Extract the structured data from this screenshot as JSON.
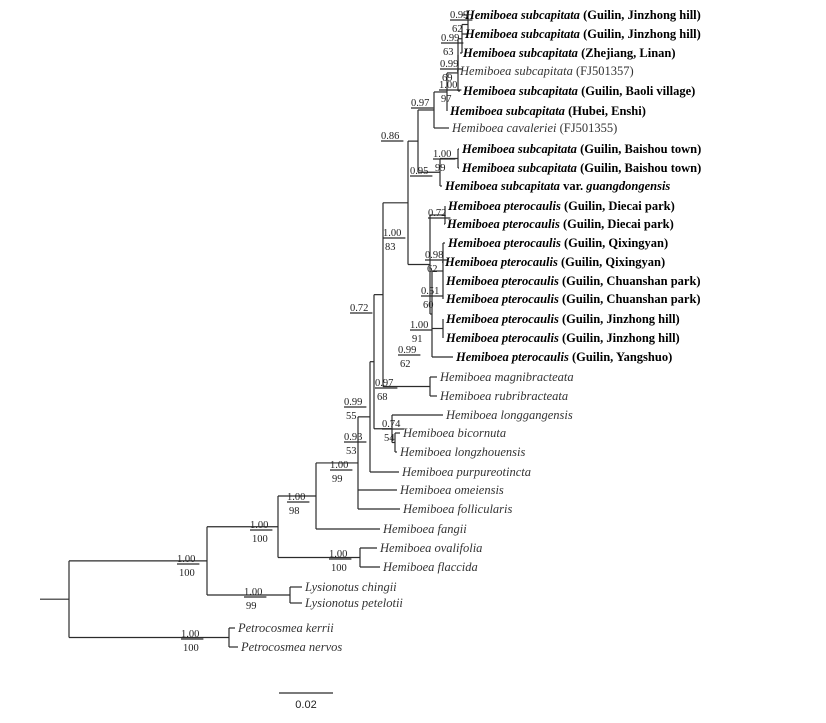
{
  "figure": {
    "scale_bar_label": "0.02",
    "tips": [
      {
        "id": "t1",
        "genus": "Hemiboea",
        "species": "subcapitata",
        "suffix": " (Guilin, Jinzhong hill)",
        "bold": true
      },
      {
        "id": "t2",
        "genus": "Hemiboea",
        "species": "subcapitata",
        "suffix": " (Guilin, Jinzhong hill)",
        "bold": true
      },
      {
        "id": "t3",
        "genus": "Hemiboea",
        "species": "subcapitata",
        "suffix": " (Zhejiang, Linan)",
        "bold": true
      },
      {
        "id": "t4",
        "genus": "Hemiboea",
        "species": "subcapitata",
        "suffix": " (FJ501357)",
        "bold": false
      },
      {
        "id": "t5",
        "genus": "Hemiboea",
        "species": "subcapitata",
        "suffix": " (Guilin, Baoli village)",
        "bold": true
      },
      {
        "id": "t6",
        "genus": "Hemiboea",
        "species": "subcapitata",
        "suffix": " (Hubei, Enshi)",
        "bold": true
      },
      {
        "id": "t7",
        "genus": "Hemiboea",
        "species": "cavaleriei",
        "suffix": " (FJ501355)",
        "bold": false
      },
      {
        "id": "t8",
        "genus": "Hemiboea",
        "species": "subcapitata",
        "suffix": " (Guilin, Baishou town)",
        "bold": true
      },
      {
        "id": "t9",
        "genus": "Hemiboea",
        "species": "subcapitata",
        "suffix": " (Guilin, Baishou town)",
        "bold": true
      },
      {
        "id": "t10",
        "genus": "Hemiboea",
        "species": "subcapitata var. guangdongensis",
        "suffix": "",
        "bold": true
      },
      {
        "id": "t11",
        "genus": "Hemiboea",
        "species": "pterocaulis",
        "suffix": " (Guilin, Diecai park)",
        "bold": true
      },
      {
        "id": "t12",
        "genus": "Hemiboea",
        "species": "pterocaulis",
        "suffix": " (Guilin, Diecai park)",
        "bold": true
      },
      {
        "id": "t13",
        "genus": "Hemiboea",
        "species": "pterocaulis",
        "suffix": " (Guilin, Qixingyan)",
        "bold": true
      },
      {
        "id": "t14",
        "genus": "Hemiboea",
        "species": "pterocaulis",
        "suffix": " (Guilin, Qixingyan)",
        "bold": true
      },
      {
        "id": "t15",
        "genus": "Hemiboea",
        "species": "pterocaulis",
        "suffix": " (Guilin, Chuanshan park)",
        "bold": true
      },
      {
        "id": "t16",
        "genus": "Hemiboea",
        "species": "pterocaulis",
        "suffix": " (Guilin, Chuanshan park)",
        "bold": true
      },
      {
        "id": "t17",
        "genus": "Hemiboea",
        "species": "pterocaulis",
        "suffix": " (Guilin, Jinzhong hill)",
        "bold": true
      },
      {
        "id": "t18",
        "genus": "Hemiboea",
        "species": "pterocaulis",
        "suffix": " (Guilin, Jinzhong hill)",
        "bold": true
      },
      {
        "id": "t19",
        "genus": "Hemiboea",
        "species": "pterocaulis",
        "suffix": " (Guilin, Yangshuo)",
        "bold": true
      },
      {
        "id": "t20",
        "genus": "Hemiboea",
        "species": "magnibracteata",
        "suffix": "",
        "bold": false
      },
      {
        "id": "t21",
        "genus": "Hemiboea",
        "species": "rubribracteata",
        "suffix": "",
        "bold": false
      },
      {
        "id": "t22",
        "genus": "Hemiboea",
        "species": "longgangensis",
        "suffix": "",
        "bold": false
      },
      {
        "id": "t23",
        "genus": "Hemiboea",
        "species": "bicornuta",
        "suffix": "",
        "bold": false
      },
      {
        "id": "t24",
        "genus": "Hemiboea",
        "species": "longzhouensis",
        "suffix": "",
        "bold": false
      },
      {
        "id": "t25",
        "genus": "Hemiboea",
        "species": "purpureotincta",
        "suffix": "",
        "bold": false
      },
      {
        "id": "t26",
        "genus": "Hemiboea",
        "species": "omeiensis",
        "suffix": "",
        "bold": false
      },
      {
        "id": "t27",
        "genus": "Hemiboea",
        "species": "follicularis",
        "suffix": "",
        "bold": false
      },
      {
        "id": "t28",
        "genus": "Hemiboea",
        "species": "fangii",
        "suffix": "",
        "bold": false
      },
      {
        "id": "t29",
        "genus": "Hemiboea",
        "species": "ovalifolia",
        "suffix": "",
        "bold": false
      },
      {
        "id": "t30",
        "genus": "Hemiboea",
        "species": "flaccida",
        "suffix": "",
        "bold": false
      },
      {
        "id": "t31",
        "genus": "Lysionotus",
        "species": "chingii",
        "suffix": "",
        "bold": false
      },
      {
        "id": "t32",
        "genus": "Lysionotus",
        "species": "petelotii",
        "suffix": "",
        "bold": false
      },
      {
        "id": "t33",
        "genus": "Petrocosmea",
        "species": "kerrii",
        "suffix": "",
        "bold": false
      },
      {
        "id": "t34",
        "genus": "Petrocosmea",
        "species": "nervos",
        "suffix": "",
        "bold": false
      }
    ],
    "supports": [
      {
        "id": "s1",
        "upper": "0.99",
        "lower": "62"
      },
      {
        "id": "s2",
        "upper": "0.99",
        "lower": "63"
      },
      {
        "id": "s3",
        "upper": "0.99",
        "lower": "69"
      },
      {
        "id": "s4",
        "upper": "1.00",
        "lower": "97"
      },
      {
        "id": "s5",
        "upper": "0.97",
        "lower": ""
      },
      {
        "id": "s6",
        "upper": "0.86",
        "lower": ""
      },
      {
        "id": "s7",
        "upper": "1.00",
        "lower": "99"
      },
      {
        "id": "s8",
        "upper": "0.95",
        "lower": ""
      },
      {
        "id": "s9",
        "upper": "0.72",
        "lower": ""
      },
      {
        "id": "s10",
        "upper": "0.98",
        "lower": "62"
      },
      {
        "id": "s11",
        "upper": "0.51",
        "lower": "60"
      },
      {
        "id": "s12",
        "upper": "1.00",
        "lower": "91"
      },
      {
        "id": "s13",
        "upper": "0.99",
        "lower": "62"
      },
      {
        "id": "s14",
        "upper": "1.00",
        "lower": "83"
      },
      {
        "id": "s15",
        "upper": "0.72",
        "lower": ""
      },
      {
        "id": "s16",
        "upper": "0.97",
        "lower": "68"
      },
      {
        "id": "s17",
        "upper": "0.74",
        "lower": "54"
      },
      {
        "id": "s18",
        "upper": "0.99",
        "lower": "55"
      },
      {
        "id": "s19",
        "upper": "0.93",
        "lower": "53"
      },
      {
        "id": "s20",
        "upper": "1.00",
        "lower": "99"
      },
      {
        "id": "s21",
        "upper": "1.00",
        "lower": "98"
      },
      {
        "id": "s22",
        "upper": "1.00",
        "lower": "100"
      },
      {
        "id": "s23",
        "upper": "1.00",
        "lower": "100"
      },
      {
        "id": "s24",
        "upper": "1.00",
        "lower": "100"
      },
      {
        "id": "s25",
        "upper": "1.00",
        "lower": "99"
      },
      {
        "id": "s26",
        "upper": "1.00",
        "lower": "100"
      }
    ]
  }
}
